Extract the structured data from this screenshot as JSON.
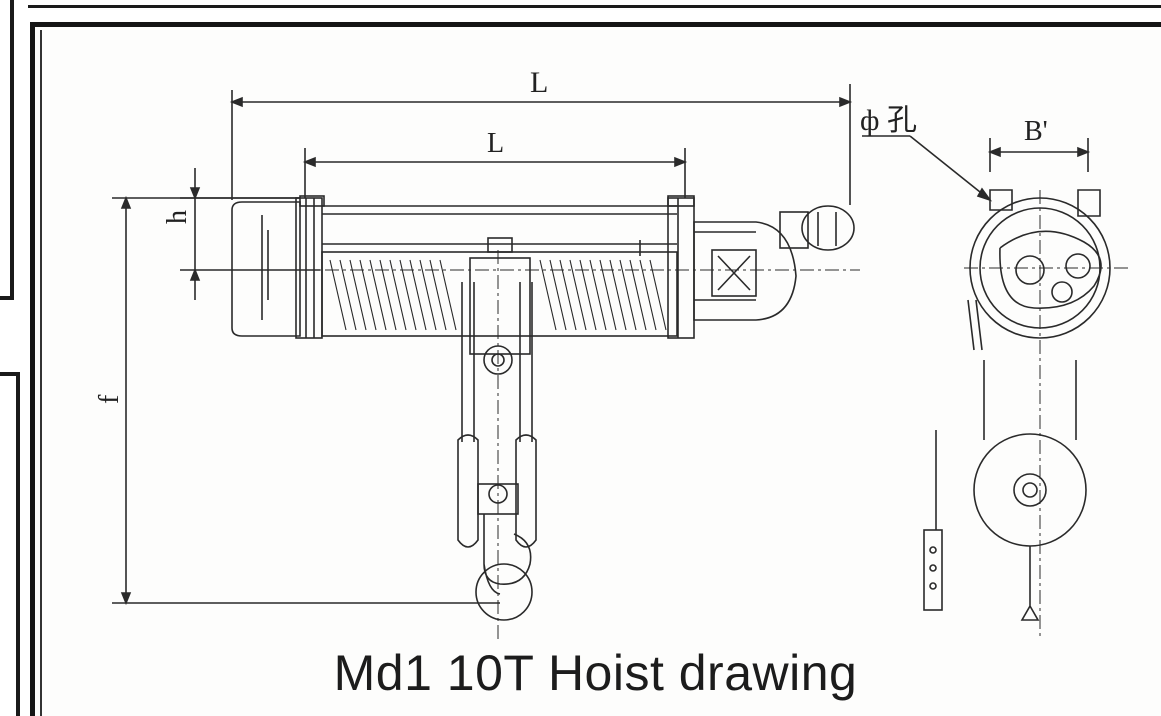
{
  "labels": {
    "overall_length": "L",
    "rail_length": "L",
    "hole": "ф 孔",
    "width": "B'",
    "height_h": "h",
    "lift_height": "f"
  },
  "caption": "Md1 10T Hoist drawing"
}
